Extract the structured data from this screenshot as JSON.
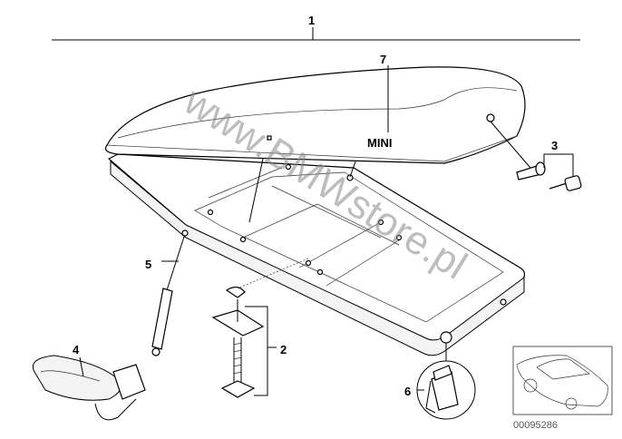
{
  "diagram": {
    "callouts": {
      "c1": "1",
      "c2": "2",
      "c3": "3",
      "c4": "4",
      "c5": "5",
      "c6": "6",
      "c7": "7"
    },
    "box_lid_text": "MINI",
    "watermark": "www.BMWstore.pl",
    "diagram_code": "00095286"
  }
}
